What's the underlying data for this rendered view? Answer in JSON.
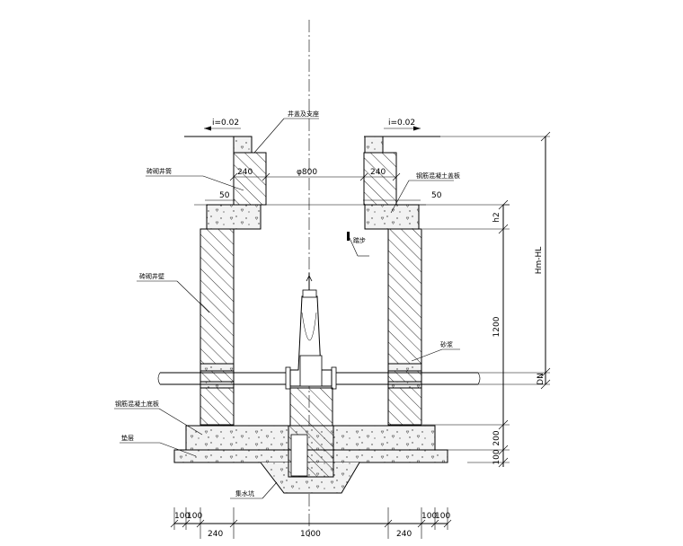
{
  "labels": {
    "cover": "井盖及支座",
    "brick_shaft": "砖砌井筒",
    "rc_cover_slab": "钢筋混凝土盖板",
    "step": "踏步",
    "brick_wall": "砖砌井壁",
    "waterproof": "砂浆",
    "rc_base": "钢筋混凝土底板",
    "cushion": "垫层",
    "sump": "集水坑"
  },
  "dims": {
    "slope_left": "i=0.02",
    "slope_right": "i=0.02",
    "wall_240_left": "240",
    "wall_240_right": "240",
    "diameter": "φ800",
    "ledge_50_left": "50",
    "ledge_50_right": "50",
    "h2": "h2",
    "hm_hl": "Hm-HL",
    "h1200": "1200",
    "dn": "DN",
    "h200": "200",
    "h100": "100",
    "b100a": "100",
    "b100b": "100",
    "b100c": "100",
    "b100d": "100",
    "b240l": "240",
    "b1000": "1000",
    "b240r": "240"
  }
}
